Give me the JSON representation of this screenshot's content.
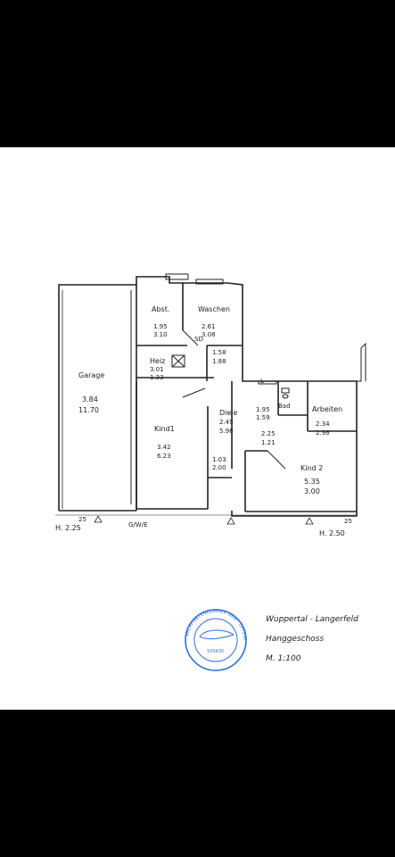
{
  "rooms": {
    "garage": {
      "name": "Garage",
      "dim1": "3.84",
      "dim2": "11.70"
    },
    "abst": {
      "name": "Abst.",
      "dim1": "1.95",
      "dim2": "3.10"
    },
    "waschen": {
      "name": "Waschen",
      "dim1": "2.61",
      "dim2": "3.08"
    },
    "heiz": {
      "name": "Heiz",
      "dim1": "3.01",
      "dim2": "1.33"
    },
    "small": {
      "dim1": "1.58",
      "dim2": "1.88"
    },
    "sd": {
      "label": "SD"
    },
    "kind1": {
      "name": "Kind1",
      "dim1": "3.42",
      "dim2": "6.23"
    },
    "diele": {
      "name": "Diele",
      "dim1": "2.49",
      "dim2": "5.96"
    },
    "flur": {
      "dim1": "1.03",
      "dim2": "2.00"
    },
    "bad": {
      "name": "Bad",
      "dim1": "1.95",
      "dim2": "1.59"
    },
    "hall": {
      "dim1": "2.25",
      "dim2": "1.21"
    },
    "arbeiten": {
      "name": "Arbeiten",
      "dim1": "2.34",
      "dim2": "2.96"
    },
    "kind2": {
      "name": "Kind 2",
      "dim1": "5.35",
      "dim2": "3.00"
    }
  },
  "annotations": {
    "h_left": "H. 2.25",
    "h_left_num": "25",
    "h_right": "H. 2.50",
    "h_right_num": "25",
    "entrance": "G/W/E",
    "corridor_mark": "L"
  },
  "title_block": {
    "line1": "Wuppertal - Langerfeld",
    "line2": "Hanggeschoss",
    "line3": "M. 1:100"
  },
  "stamp": {
    "ring_text": "ARCHITEKTENKAMMER NRW · ÖFFENTLICH BESTELLT ·",
    "center_number": "100430"
  },
  "colors": {
    "background": "#000000",
    "paper": "#ffffff",
    "ink": "#222222",
    "stamp": "#2f6fd6"
  }
}
